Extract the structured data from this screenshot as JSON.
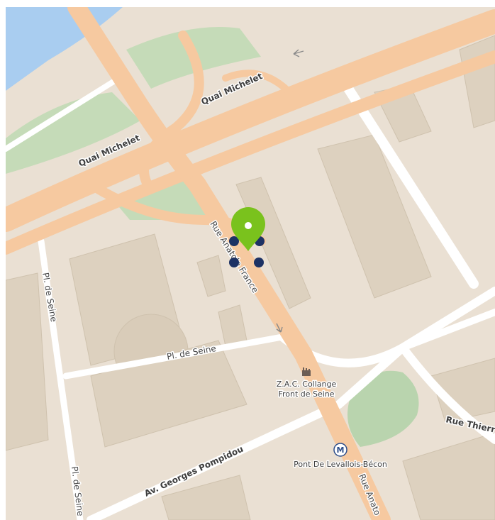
{
  "map": {
    "road_labels": {
      "quai_michelet_1": "Quai Michelet",
      "quai_michelet_2": "Quai Michelet",
      "rue_anatole_france": "Rue Anatole France",
      "rue_anatole_france_2": "Rue Anato",
      "pl_de_seine_left": "Pl. de Seine",
      "pl_de_seine_center": "Pl. de Seine",
      "pl_de_seine_bottom": "Pl. de Seine",
      "av_georges_pompidou": "Av. Georges Pompidou",
      "rue_thierry": "Rue Thierry"
    },
    "pois": {
      "zac_line1": "Z.A.C. Collange",
      "zac_line2": "Front de Seine",
      "metro_letter": "M",
      "metro_station": "Pont De Levallois-Bécon"
    },
    "colors": {
      "land": "#eae0d3",
      "water": "#a9cdf0",
      "park": "#c5dbb8",
      "building": "#ddd1bf",
      "major_road": "#f6c9a0",
      "minor_road": "#ffffff",
      "marker": "#7ac21d",
      "handle": "#1d3264"
    },
    "icons": {
      "marker": "map-pin-icon",
      "poi": "factory-icon",
      "metro": "metro-icon"
    }
  }
}
